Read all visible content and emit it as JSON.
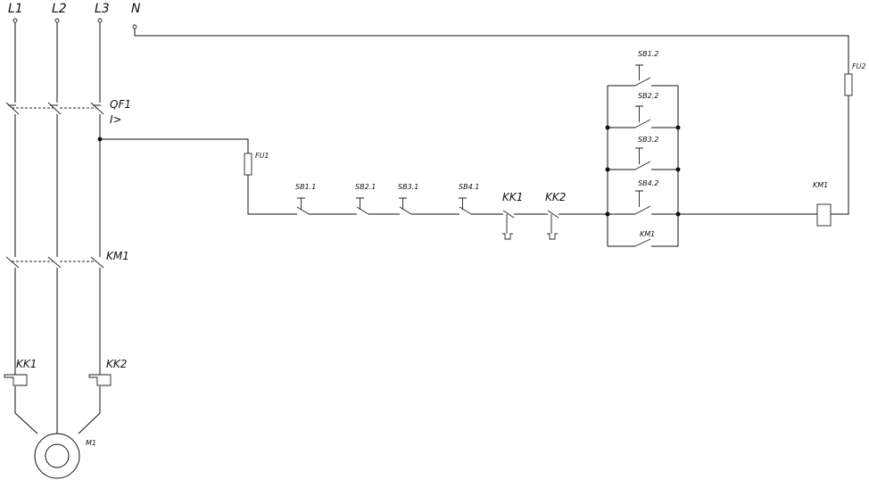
{
  "supply": {
    "l1": "L1",
    "l2": "L2",
    "l3": "L3",
    "n": "N"
  },
  "power": {
    "breaker": "QF1",
    "breaker_trip": "I>",
    "contactor": "KM1",
    "overload_left": "KK1",
    "overload_right": "KK2",
    "motor": "M1"
  },
  "control": {
    "fuse_1": "FU1",
    "fuse_2": "FU2",
    "stop_buttons": [
      "SB1.1",
      "SB2.1",
      "SB3.1",
      "SB4.1"
    ],
    "overload_contacts": [
      "KK1",
      "KK2"
    ],
    "start_buttons": [
      "SB1.2",
      "SB2.2",
      "SB3.2",
      "SB4.2"
    ],
    "hold_contact": "KM1",
    "coil": "KM1"
  }
}
